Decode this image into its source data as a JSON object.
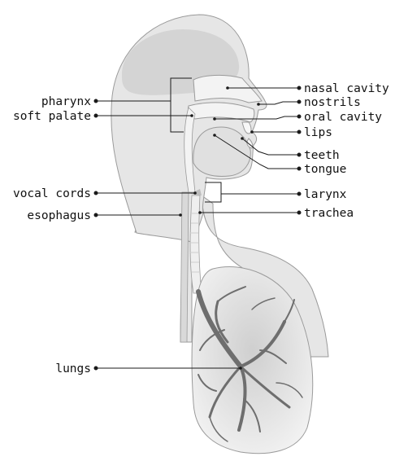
{
  "labels": {
    "pharynx": "pharynx",
    "soft_palate": "soft palate",
    "vocal_cords": "vocal cords",
    "esophagus": "esophagus",
    "lungs": "lungs",
    "nasal_cavity": "nasal cavity",
    "nostrils": "nostrils",
    "oral_cavity": "oral cavity",
    "lips": "lips",
    "teeth": "teeth",
    "tongue": "tongue",
    "larynx": "larynx",
    "trachea": "trachea"
  },
  "colors": {
    "skin": "#e6e6e6",
    "skin_outline": "#9a9a9a",
    "brain": "#d4d4d4",
    "cavity": "#f3f3f3",
    "bronchi": "#6e6e6e",
    "leader_line": "#1a1a1a"
  }
}
